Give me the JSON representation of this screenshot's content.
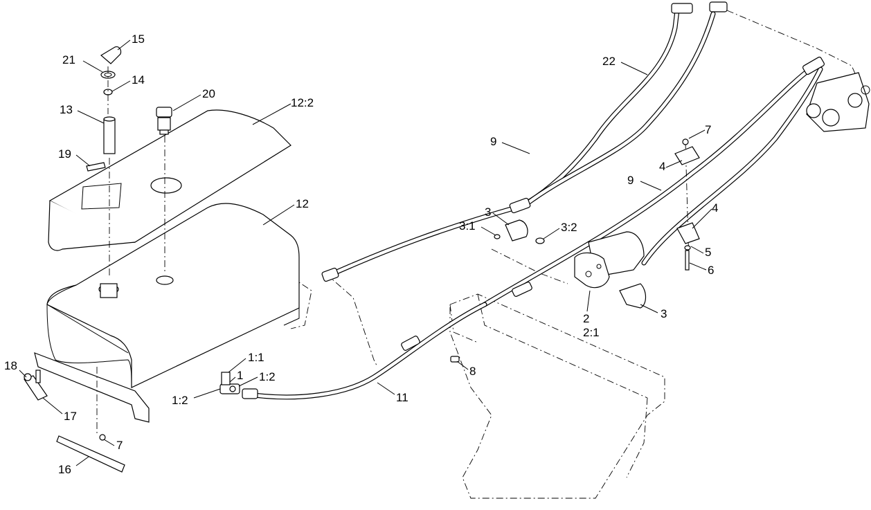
{
  "diagram": {
    "callouts": [
      {
        "id": "c15",
        "text": "15"
      },
      {
        "id": "c21",
        "text": "21"
      },
      {
        "id": "c14",
        "text": "14"
      },
      {
        "id": "c13",
        "text": "13"
      },
      {
        "id": "c20",
        "text": "20"
      },
      {
        "id": "c12_2",
        "text": "12:2"
      },
      {
        "id": "c19",
        "text": "19"
      },
      {
        "id": "c12",
        "text": "12"
      },
      {
        "id": "c22",
        "text": "22"
      },
      {
        "id": "c9a",
        "text": "9"
      },
      {
        "id": "c9b",
        "text": "9"
      },
      {
        "id": "c7a",
        "text": "7"
      },
      {
        "id": "c4a",
        "text": "4"
      },
      {
        "id": "c4b",
        "text": "4"
      },
      {
        "id": "c5",
        "text": "5"
      },
      {
        "id": "c6",
        "text": "6"
      },
      {
        "id": "c3a",
        "text": "3"
      },
      {
        "id": "c3_1",
        "text": "3:1"
      },
      {
        "id": "c3_2",
        "text": "3:2"
      },
      {
        "id": "c3b",
        "text": "3"
      },
      {
        "id": "c2",
        "text": "2"
      },
      {
        "id": "c2_1",
        "text": "2:1"
      },
      {
        "id": "c8",
        "text": "8"
      },
      {
        "id": "c11",
        "text": "11"
      },
      {
        "id": "c1_1",
        "text": "1:1"
      },
      {
        "id": "c1",
        "text": "1"
      },
      {
        "id": "c1_2a",
        "text": "1:2"
      },
      {
        "id": "c1_2b",
        "text": "1:2"
      },
      {
        "id": "c18",
        "text": "18"
      },
      {
        "id": "c17",
        "text": "17"
      },
      {
        "id": "c7b",
        "text": "7"
      },
      {
        "id": "c16",
        "text": "16"
      }
    ]
  }
}
